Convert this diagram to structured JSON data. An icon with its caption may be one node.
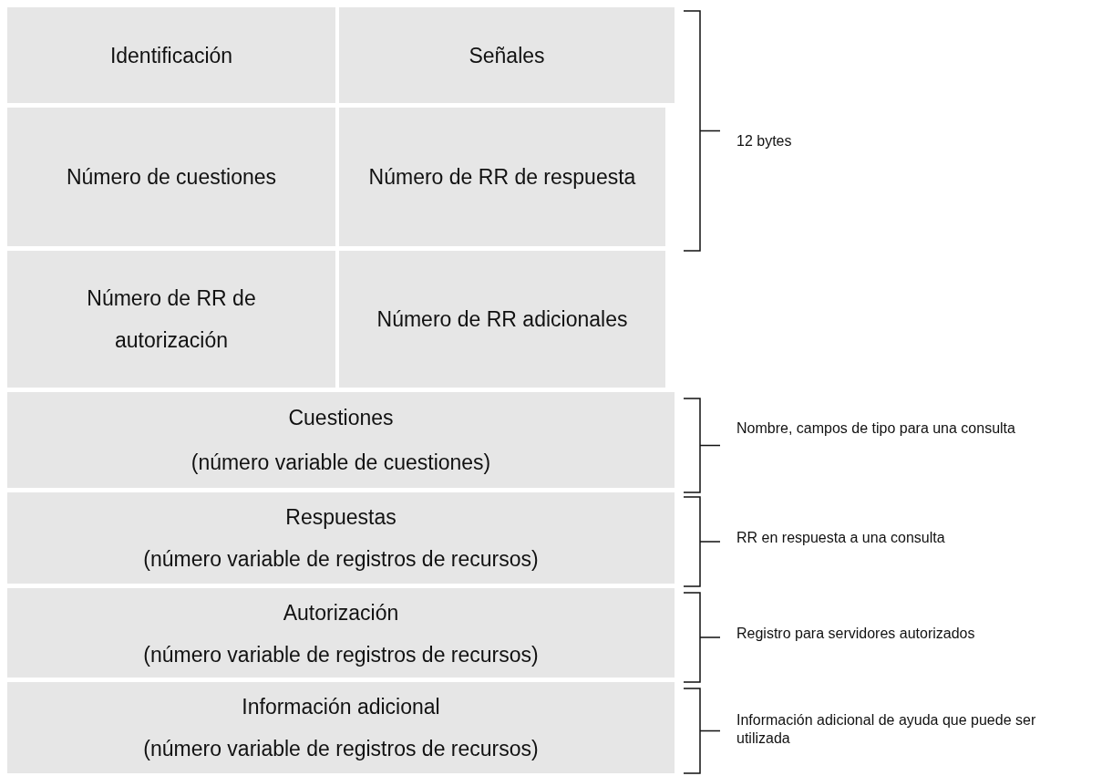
{
  "diagram": {
    "nodes": [
      {
        "text": [
          "Identificación"
        ]
      },
      {
        "text": [
          "Señales"
        ]
      },
      {
        "text": [
          "Número de cuestiones"
        ]
      },
      {
        "text": [
          "Número de RR de respuesta"
        ]
      },
      {
        "text": [
          "Número de RR de autorización"
        ]
      },
      {
        "text": [
          "Número de RR adicionales"
        ]
      },
      {
        "text": [
          "Cuestiones",
          "(número variable de cuestiones)"
        ]
      },
      {
        "text": [
          "Respuestas",
          "(número variable de registros de recursos)"
        ]
      },
      {
        "text": [
          "Autorización",
          "(número variable de registros de recursos)"
        ]
      },
      {
        "text": [
          "Información adicional",
          "(número variable de registros de recursos)"
        ]
      }
    ],
    "edges": [],
    "labels": [
      "12 bytes",
      "Nombre, campos de tipo para una consulta",
      "RR en respuesta a una consulta",
      "Registro para servidores autorizados",
      "Información adicional de ayuda que puede ser utilizada"
    ]
  }
}
